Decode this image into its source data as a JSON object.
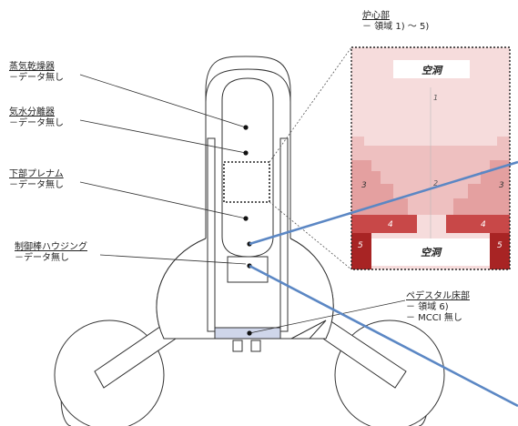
{
  "labels": {
    "core": {
      "title": "炉心部",
      "sub": "－ 領域 1) ～ 5)"
    },
    "dryer": {
      "title": "蒸気乾燥器",
      "sub": "－データ無し"
    },
    "separator": {
      "title": "気水分離器",
      "sub": "－データ無し"
    },
    "plenum": {
      "title": "下部プレナム",
      "sub": "－データ無し"
    },
    "crd": {
      "title": "制御棒ハウジング",
      "sub": "－データ無し"
    },
    "pedestal": {
      "title": "ペデスタル床部",
      "sub1": "－ 領域 6)",
      "sub2": "－ MCCI 無し"
    }
  },
  "core_map": {
    "void_label": "空洞",
    "region_numbers": [
      "1",
      "2",
      "3",
      "3",
      "4",
      "4",
      "5",
      "5"
    ]
  },
  "colors": {
    "region1": "#f6dcdc",
    "region2": "#eec0c0",
    "region3": "#e4a0a0",
    "region4": "#c84848",
    "region5": "#a82424",
    "probe_line": "#5b87c4",
    "pedestal_box": "#cfd6ea"
  }
}
